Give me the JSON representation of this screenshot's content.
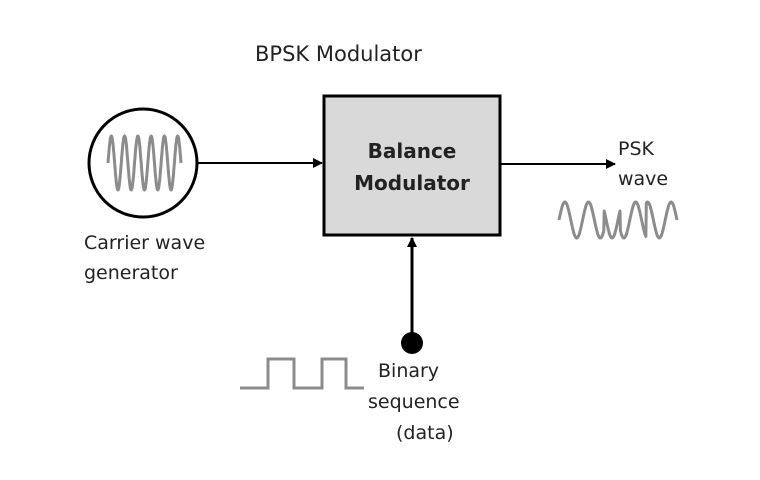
{
  "title": "BPSK Modulator",
  "block": {
    "line1": "Balance",
    "line2": "Modulator"
  },
  "carrier": {
    "line1": "Carrier wave",
    "line2": "generator"
  },
  "output": {
    "line1": "PSK",
    "line2": "wave"
  },
  "binary": {
    "line1": "Binary",
    "line2": "sequence",
    "line3": "(data)"
  },
  "colors": {
    "block_fill": "#d9d9d9",
    "stroke": "#000000",
    "waveform": "#8c8c8c",
    "text": "#222222"
  },
  "icons": [
    "carrier-oscillator-icon",
    "psk-waveform-icon",
    "square-wave-icon",
    "input-node-dot"
  ]
}
